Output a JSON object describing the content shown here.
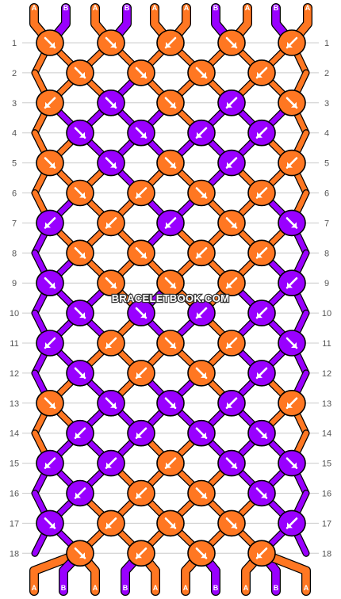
{
  "colors": {
    "A": "#ff7722",
    "B": "#9900ff",
    "outline": "#000000",
    "grid": "#cccccc",
    "arrow": "#ffffff"
  },
  "thread_labels_top": [
    "A",
    "B",
    "A",
    "B",
    "A",
    "A",
    "B",
    "A",
    "B",
    "A"
  ],
  "thread_labels_bottom": [
    "A",
    "B",
    "A",
    "B",
    "A",
    "A",
    "B",
    "A",
    "B",
    "A"
  ],
  "rows": [
    {
      "num": "1",
      "knots": [
        {
          "c": "A",
          "d": "r"
        },
        {
          "c": "A",
          "d": "r"
        },
        {
          "c": "A",
          "d": "l"
        },
        {
          "c": "A",
          "d": "r"
        },
        {
          "c": "A",
          "d": "l"
        }
      ]
    },
    {
      "num": "2",
      "knots": [
        {
          "c": "A",
          "d": "r"
        },
        {
          "c": "A",
          "d": "r"
        },
        {
          "c": "A",
          "d": "r"
        },
        {
          "c": "A",
          "d": "l"
        }
      ]
    },
    {
      "num": "3",
      "knots": [
        {
          "c": "A",
          "d": "l"
        },
        {
          "c": "B",
          "d": "r"
        },
        {
          "c": "A",
          "d": "r"
        },
        {
          "c": "B",
          "d": "l"
        },
        {
          "c": "A",
          "d": "r"
        }
      ]
    },
    {
      "num": "4",
      "knots": [
        {
          "c": "B",
          "d": "r"
        },
        {
          "c": "B",
          "d": "r"
        },
        {
          "c": "B",
          "d": "l"
        },
        {
          "c": "B",
          "d": "l"
        }
      ]
    },
    {
      "num": "5",
      "knots": [
        {
          "c": "A",
          "d": "r"
        },
        {
          "c": "B",
          "d": "r"
        },
        {
          "c": "A",
          "d": "r"
        },
        {
          "c": "B",
          "d": "l"
        },
        {
          "c": "A",
          "d": "l"
        }
      ]
    },
    {
      "num": "6",
      "knots": [
        {
          "c": "A",
          "d": "r"
        },
        {
          "c": "A",
          "d": "l"
        },
        {
          "c": "A",
          "d": "r"
        },
        {
          "c": "A",
          "d": "l"
        }
      ]
    },
    {
      "num": "7",
      "knots": [
        {
          "c": "B",
          "d": "l"
        },
        {
          "c": "A",
          "d": "l"
        },
        {
          "c": "B",
          "d": "l"
        },
        {
          "c": "A",
          "d": "r"
        },
        {
          "c": "B",
          "d": "r"
        }
      ]
    },
    {
      "num": "8",
      "knots": [
        {
          "c": "A",
          "d": "r"
        },
        {
          "c": "A",
          "d": "r"
        },
        {
          "c": "A",
          "d": "l"
        },
        {
          "c": "A",
          "d": "l"
        }
      ]
    },
    {
      "num": "9",
      "knots": [
        {
          "c": "B",
          "d": "r"
        },
        {
          "c": "A",
          "d": "r"
        },
        {
          "c": "A",
          "d": "r"
        },
        {
          "c": "A",
          "d": "l"
        },
        {
          "c": "B",
          "d": "l"
        }
      ]
    },
    {
      "num": "10",
      "knots": [
        {
          "c": "B",
          "d": "r"
        },
        {
          "c": "B",
          "d": "r"
        },
        {
          "c": "B",
          "d": "l"
        },
        {
          "c": "B",
          "d": "l"
        }
      ]
    },
    {
      "num": "11",
      "knots": [
        {
          "c": "B",
          "d": "l"
        },
        {
          "c": "A",
          "d": "l"
        },
        {
          "c": "A",
          "d": "r"
        },
        {
          "c": "A",
          "d": "l"
        },
        {
          "c": "B",
          "d": "r"
        }
      ]
    },
    {
      "num": "12",
      "knots": [
        {
          "c": "B",
          "d": "r"
        },
        {
          "c": "A",
          "d": "l"
        },
        {
          "c": "A",
          "d": "r"
        },
        {
          "c": "B",
          "d": "l"
        }
      ]
    },
    {
      "num": "13",
      "knots": [
        {
          "c": "A",
          "d": "r"
        },
        {
          "c": "B",
          "d": "r"
        },
        {
          "c": "B",
          "d": "r"
        },
        {
          "c": "B",
          "d": "l"
        },
        {
          "c": "A",
          "d": "l"
        }
      ]
    },
    {
      "num": "14",
      "knots": [
        {
          "c": "B",
          "d": "l"
        },
        {
          "c": "B",
          "d": "l"
        },
        {
          "c": "B",
          "d": "r"
        },
        {
          "c": "B",
          "d": "r"
        }
      ]
    },
    {
      "num": "15",
      "knots": [
        {
          "c": "B",
          "d": "l"
        },
        {
          "c": "B",
          "d": "l"
        },
        {
          "c": "A",
          "d": "l"
        },
        {
          "c": "B",
          "d": "r"
        },
        {
          "c": "B",
          "d": "r"
        }
      ]
    },
    {
      "num": "16",
      "knots": [
        {
          "c": "B",
          "d": "l"
        },
        {
          "c": "A",
          "d": "l"
        },
        {
          "c": "A",
          "d": "r"
        },
        {
          "c": "B",
          "d": "r"
        }
      ]
    },
    {
      "num": "17",
      "knots": [
        {
          "c": "B",
          "d": "r"
        },
        {
          "c": "A",
          "d": "l"
        },
        {
          "c": "A",
          "d": "r"
        },
        {
          "c": "A",
          "d": "r"
        },
        {
          "c": "B",
          "d": "l"
        }
      ]
    },
    {
      "num": "18",
      "knots": [
        {
          "c": "A",
          "d": "r"
        },
        {
          "c": "A",
          "d": "l"
        },
        {
          "c": "A",
          "d": "r"
        },
        {
          "c": "A",
          "d": "l"
        }
      ]
    }
  ],
  "watermark": "BRACELETBOOK.COM"
}
